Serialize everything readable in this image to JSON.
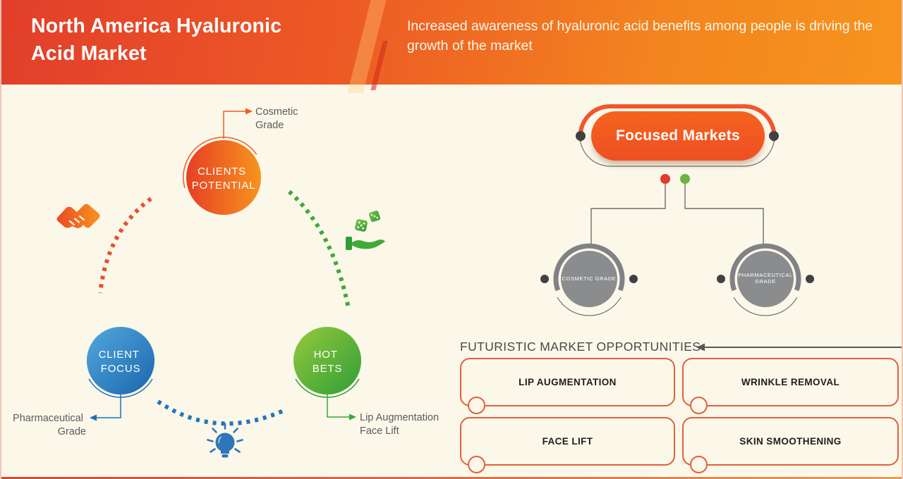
{
  "header": {
    "title_line1": "North America Hyaluronic",
    "title_line2": "Acid Market",
    "subtitle": "Increased awareness of hyaluronic acid benefits among people is driving the growth of the market"
  },
  "cycle": {
    "clients_potential": {
      "line1": "CLIENTS",
      "line2": "POTENTIAL",
      "callout_line1": "Cosmetic",
      "callout_line2": "Grade"
    },
    "client_focus": {
      "line1": "CLIENT",
      "line2": "FOCUS",
      "callout_line1": "Pharmaceutical",
      "callout_line2": "Grade"
    },
    "hot_bets": {
      "line1": "HOT",
      "line2": "BETS",
      "callout_line1": "Lip Augmentation",
      "callout_line2": "Face Lift"
    }
  },
  "focused_markets": {
    "title": "Focused Markets",
    "children": [
      {
        "label": "COSMETIC GRADE"
      },
      {
        "label": "PHARMACEUTICAL GRADE"
      }
    ]
  },
  "opportunities": {
    "heading": "FUTURISTIC MARKET OPPORTUNITIES",
    "items": [
      {
        "label": "LIP AUGMENTATION"
      },
      {
        "label": "WRINKLE REMOVAL"
      },
      {
        "label": "FACE LIFT"
      },
      {
        "label": "SKIN SMOOTHENING"
      }
    ]
  },
  "colors": {
    "accent_orange": "#f15a29",
    "accent_blue": "#1d71b8",
    "accent_green": "#39a935",
    "header_gradient_start": "#e23e2b",
    "header_gradient_end": "#f6941d",
    "background": "#fbf7e9",
    "gray_node": "#8a8c8e",
    "box_border": "#e2603c"
  }
}
